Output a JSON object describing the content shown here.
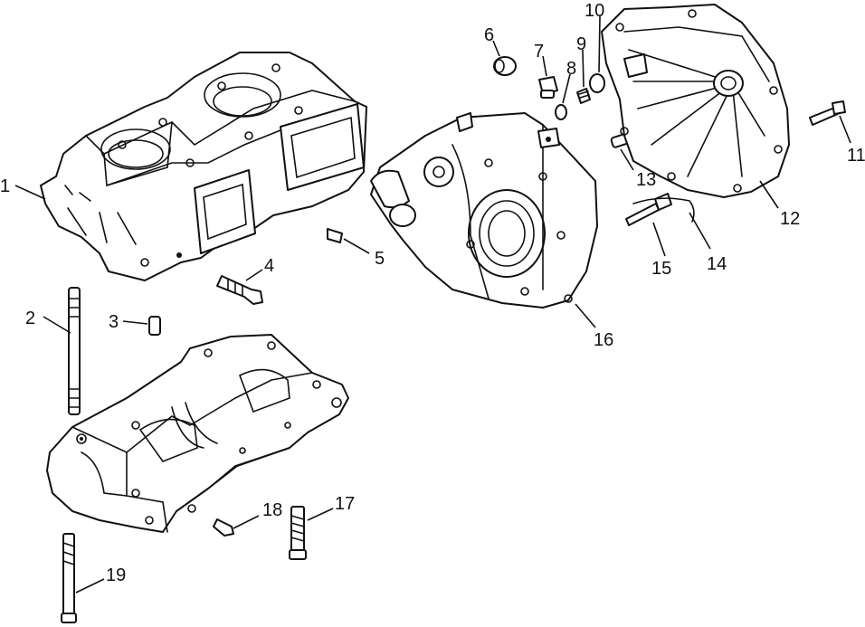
{
  "callouts": [
    "1",
    "2",
    "3",
    "4",
    "5",
    "6",
    "7",
    "8",
    "9",
    "10",
    "11",
    "12",
    "13",
    "14",
    "15",
    "16",
    "17",
    "18",
    "19"
  ],
  "colors": {
    "ink": "#111111",
    "paper": "#ffffff"
  }
}
